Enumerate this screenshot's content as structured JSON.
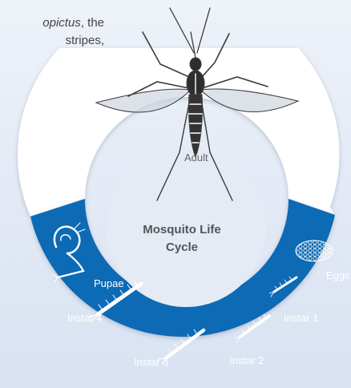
{
  "intro": {
    "species_fragment": "opictus",
    "line1_suffix": ", the",
    "line2": "stripes,"
  },
  "diagram": {
    "center_title": "Mosquito Life Cycle",
    "adult_label": "Adult",
    "stages": [
      {
        "label": "Eggs"
      },
      {
        "label": "Instar 1"
      },
      {
        "label": "Instar 2"
      },
      {
        "label": "Instar 3"
      },
      {
        "label": "Instar 4"
      },
      {
        "label": "Pupae"
      }
    ],
    "colors": {
      "ring_blue": "#0c6ab5",
      "ring_white": "#ffffff",
      "background": "#e2e9f4",
      "text_gray": "#555555"
    },
    "icons": [
      "mosquito-adult-icon",
      "egg-raft-icon",
      "larva-icon",
      "pupa-icon"
    ]
  }
}
